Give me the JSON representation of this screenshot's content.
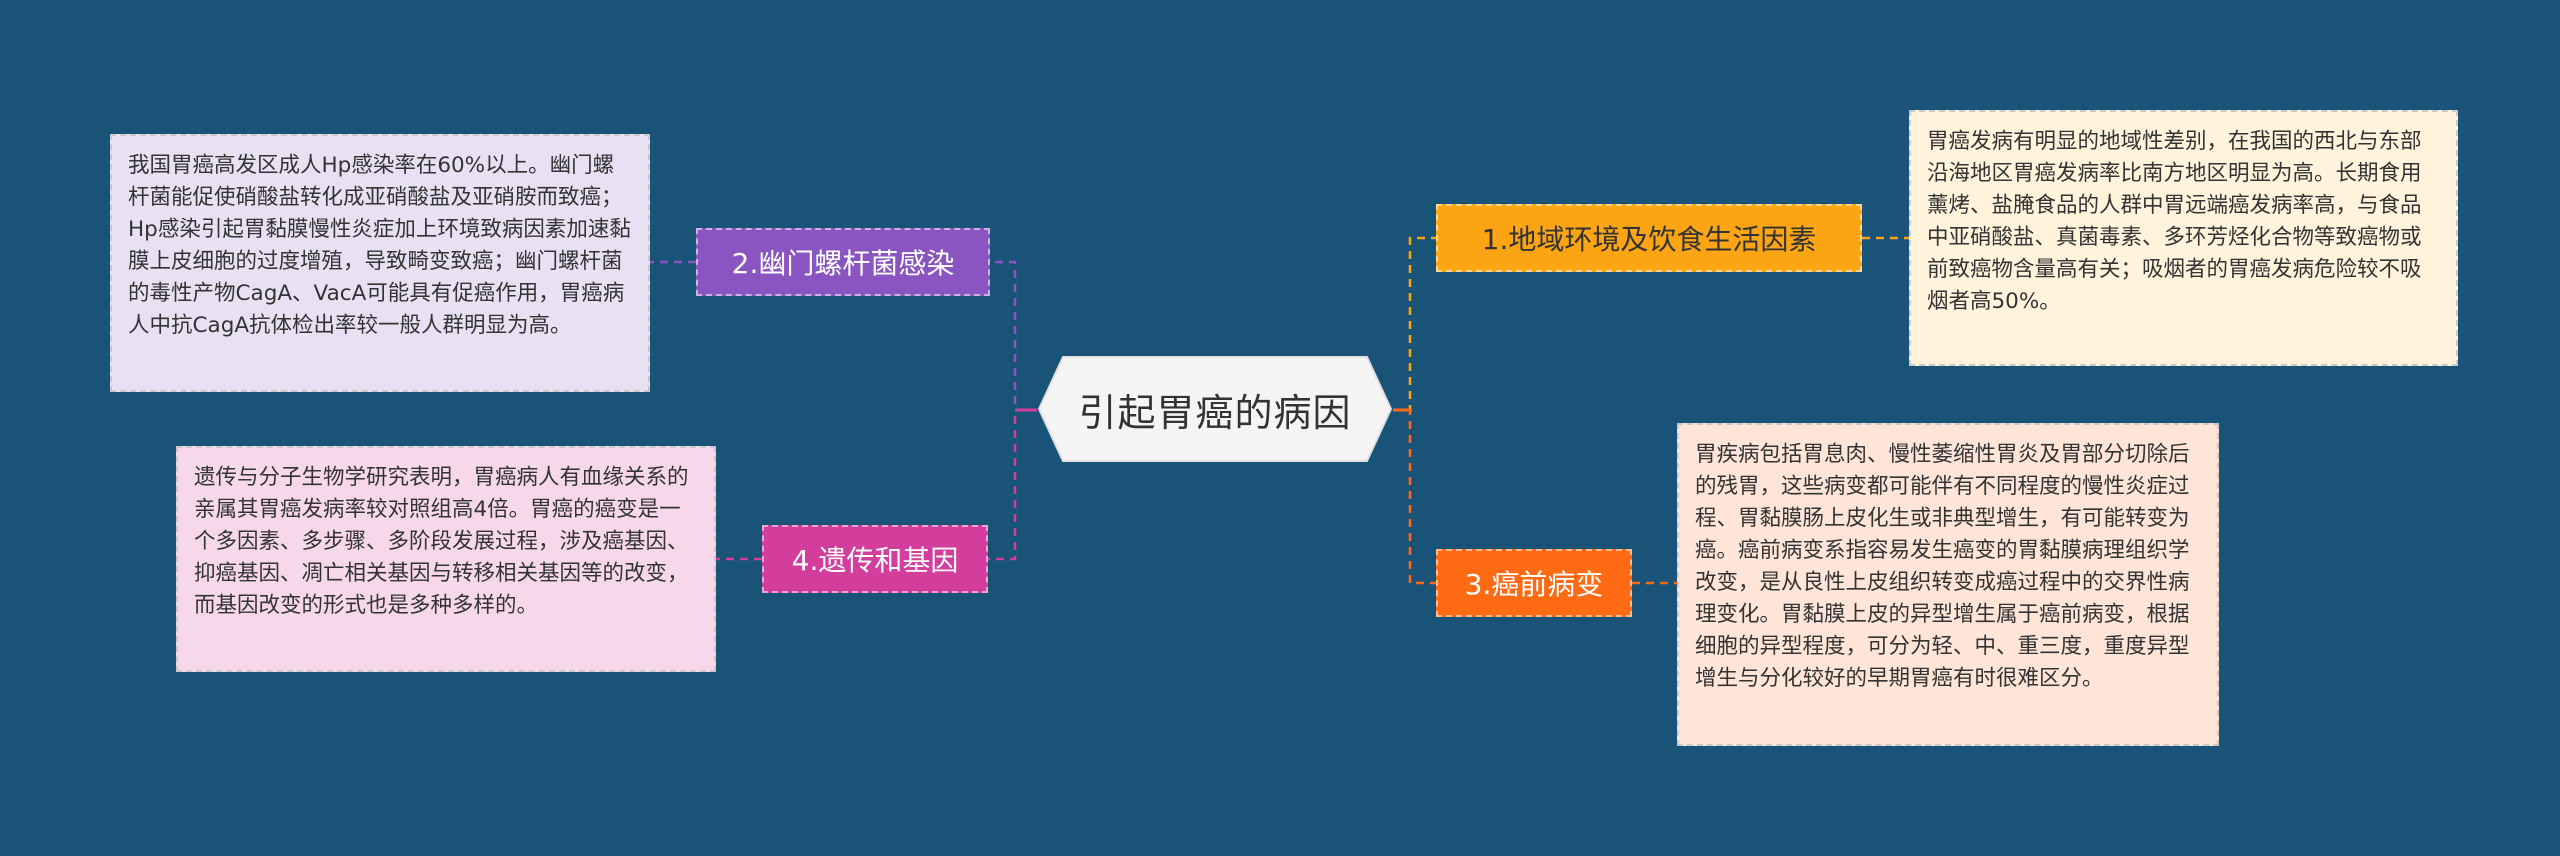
{
  "center": {
    "title": "引起胃癌的病因"
  },
  "branches": [
    {
      "label": "1.地域环境及饮食生活因素",
      "color": "#fba414",
      "note": "胃癌发病有明显的地域性差别，在我国的西北与东部沿海地区胃癌发病率比南方地区明显为高。长期食用薰烤、盐腌食品的人群中胃远端癌发病率高，与食品中亚硝酸盐、真菌毒素、多环芳烃化合物等致癌物或前致癌物含量高有关；吸烟者的胃癌发病危险较不吸烟者高50%。"
    },
    {
      "label": "2.幽门螺杆菌感染",
      "color": "#8a55c0",
      "note": "我国胃癌高发区成人Hp感染率在60%以上。幽门螺杆菌能促使硝酸盐转化成亚硝酸盐及亚硝胺而致癌；Hp感染引起胃黏膜慢性炎症加上环境致病因素加速黏膜上皮细胞的过度增殖，导致畸变致癌；幽门螺杆菌的毒性产物CagA、VacA可能具有促癌作用，胃癌病人中抗CagA抗体检出率较一般人群明显为高。"
    },
    {
      "label": "3.癌前病变",
      "color": "#ff6a13",
      "note": "胃疾病包括胃息肉、慢性萎缩性胃炎及胃部分切除后的残胃，这些病变都可能伴有不同程度的慢性炎症过程、胃黏膜肠上皮化生或非典型增生，有可能转变为癌。癌前病变系指容易发生癌变的胃黏膜病理组织学改变，是从良性上皮组织转变成癌过程中的交界性病理变化。胃黏膜上皮的异型增生属于癌前病变，根据细胞的异型程度，可分为轻、中、重三度，重度异型增生与分化较好的早期胃癌有时很难区分。"
    },
    {
      "label": "4.遗传和基因",
      "color": "#d33d9c",
      "note": "遗传与分子生物学研究表明，胃癌病人有血缘关系的亲属其胃癌发病率较对照组高4倍。胃癌的癌变是一个多因素、多步骤、多阶段发展过程，涉及癌基因、抑癌基因、凋亡相关基因与转移相关基因等的改变，而基因改变的形式也是多种多样的。"
    }
  ]
}
